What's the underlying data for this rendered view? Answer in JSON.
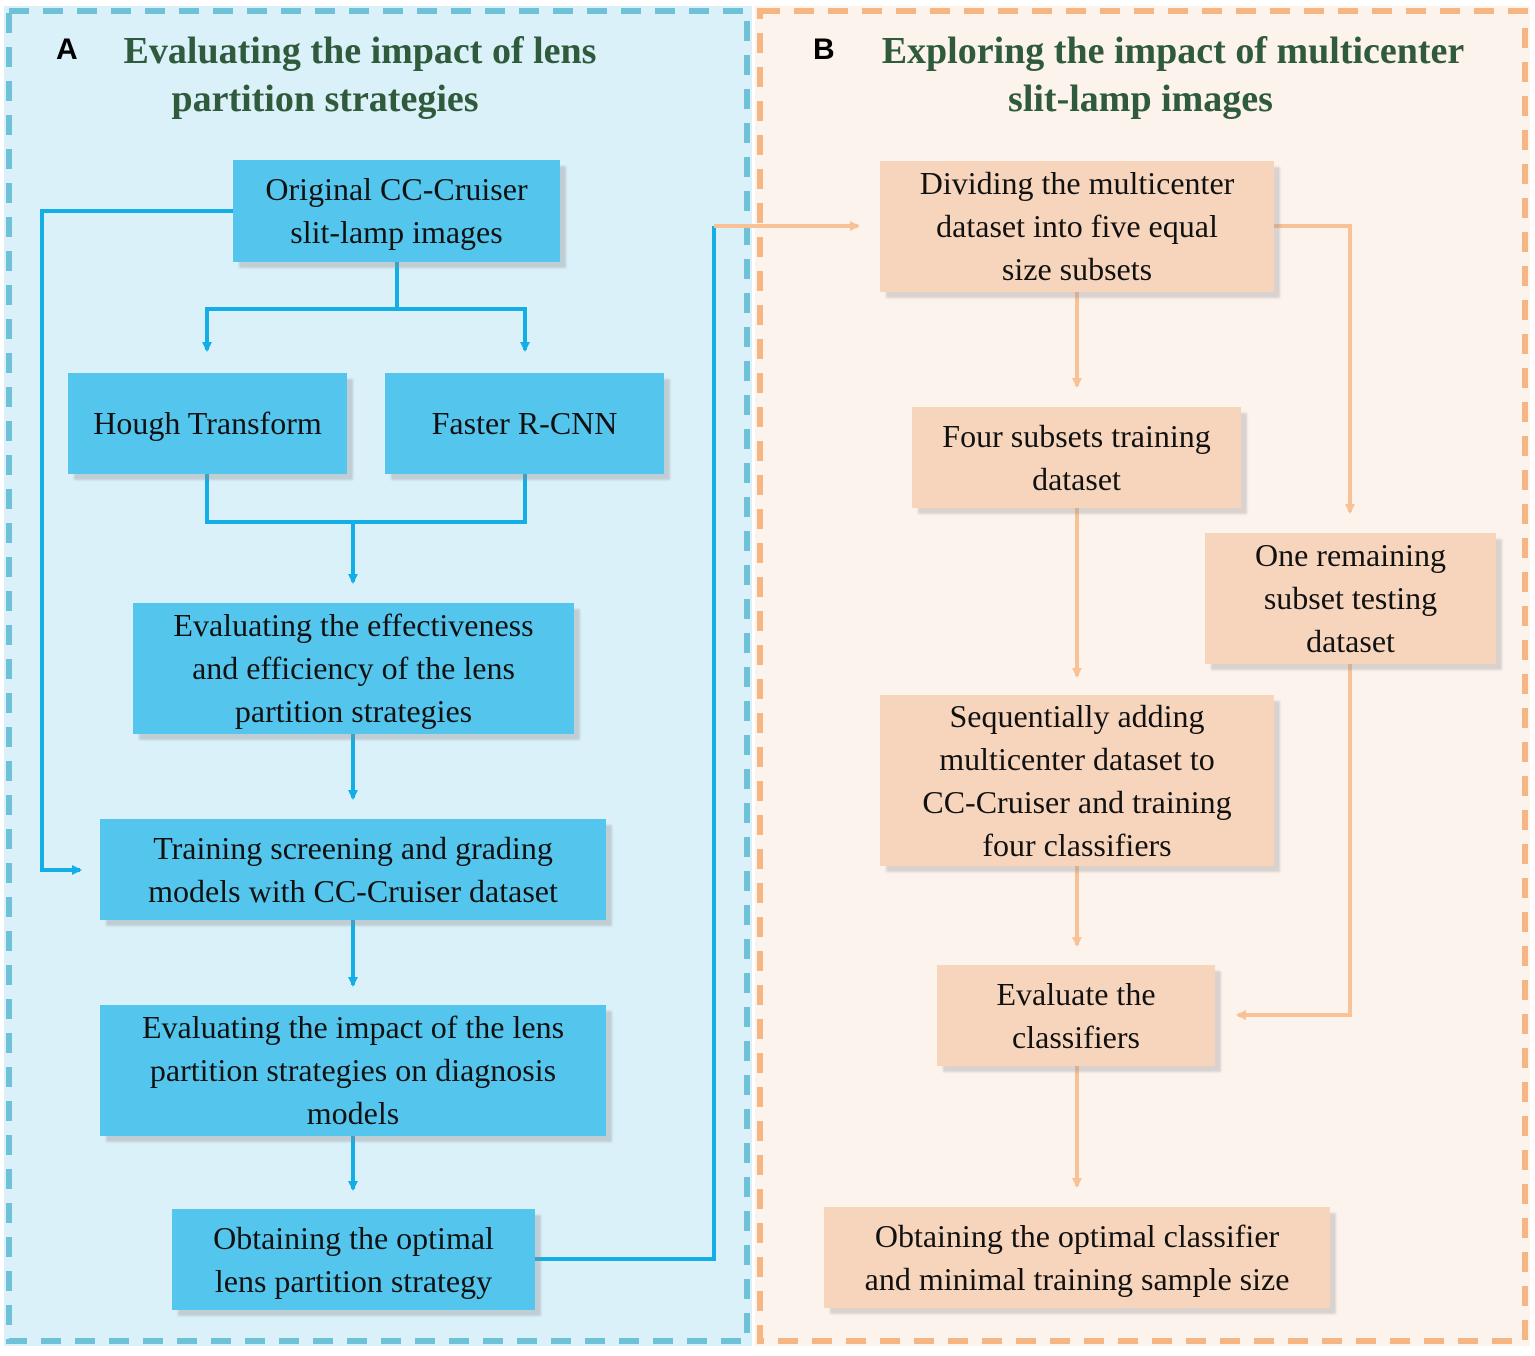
{
  "colors": {
    "panel_a_bg": "#dbf1fa",
    "panel_a_border": "#6ec1d6",
    "panel_b_bg": "#fdf3ed",
    "panel_b_border": "#f5b683",
    "blue_box": "#54c6ee",
    "blue_arrow": "#12aee5",
    "peach_box": "#f6d5bc",
    "peach_arrow": "#f8c196",
    "title_text": "#2f5a3c"
  },
  "panel_a": {
    "letter": "A",
    "title_line1": "Evaluating the impact of lens",
    "title_line2": "partition strategies",
    "boxes": {
      "original_line1": "Original CC-Cruiser",
      "original_line2": "slit-lamp images",
      "hough": "Hough Transform",
      "faster": "Faster R-CNN",
      "evaluating_line1": "Evaluating the effectiveness",
      "evaluating_line2": "and efficiency of the lens",
      "evaluating_line3": "partition strategies",
      "training_line1": "Training screening and grading",
      "training_line2": "models with CC-Cruiser dataset",
      "impact_line1": "Evaluating the impact of the lens",
      "impact_line2": "partition strategies on diagnosis",
      "impact_line3": "models",
      "optimal_line1": "Obtaining the optimal",
      "optimal_line2": "lens partition strategy"
    }
  },
  "panel_b": {
    "letter": "B",
    "title_line1": "Exploring the impact of multicenter",
    "title_line2": "slit-lamp images",
    "boxes": {
      "dividing_line1": "Dividing the multicenter",
      "dividing_line2": "dataset into five equal",
      "dividing_line3": "size subsets",
      "four_line1": "Four subsets training",
      "four_line2": "dataset",
      "remaining_line1": "One remaining",
      "remaining_line2": "subset testing",
      "remaining_line3": "dataset",
      "sequential_line1": "Sequentially adding",
      "sequential_line2": "multicenter dataset to",
      "sequential_line3": "CC-Cruiser and training",
      "sequential_line4": "four classifiers",
      "evaluate_line1": "Evaluate the",
      "evaluate_line2": "classifiers",
      "classifier_line1": "Obtaining the optimal classifier",
      "classifier_line2": "and minimal training sample size"
    }
  }
}
